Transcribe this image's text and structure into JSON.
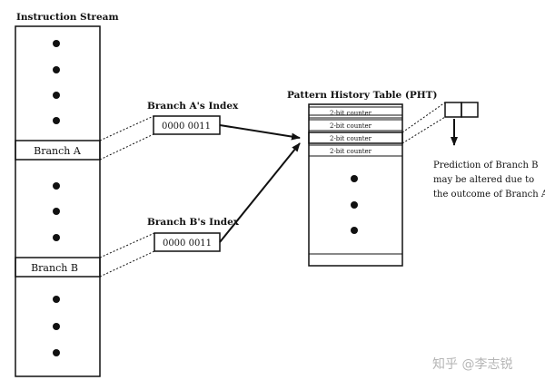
{
  "stream": {
    "title": "Instruction Stream",
    "branch_a": "Branch A",
    "branch_b": "Branch B"
  },
  "index_a": {
    "label": "Branch A's Index",
    "value": "0000 0011"
  },
  "index_b": {
    "label": "Branch B's Index",
    "value": "0000 0011"
  },
  "pht": {
    "title": "Pattern History Table (PHT)",
    "counters": [
      "2-bit counter",
      "2-bit counter",
      "2-bit counter",
      "2-bit counter"
    ]
  },
  "note": {
    "lines": [
      "Prediction of Branch B",
      "may be altered due to",
      "the outcome of Branch A"
    ]
  },
  "watermark": "知乎 @李志锐"
}
